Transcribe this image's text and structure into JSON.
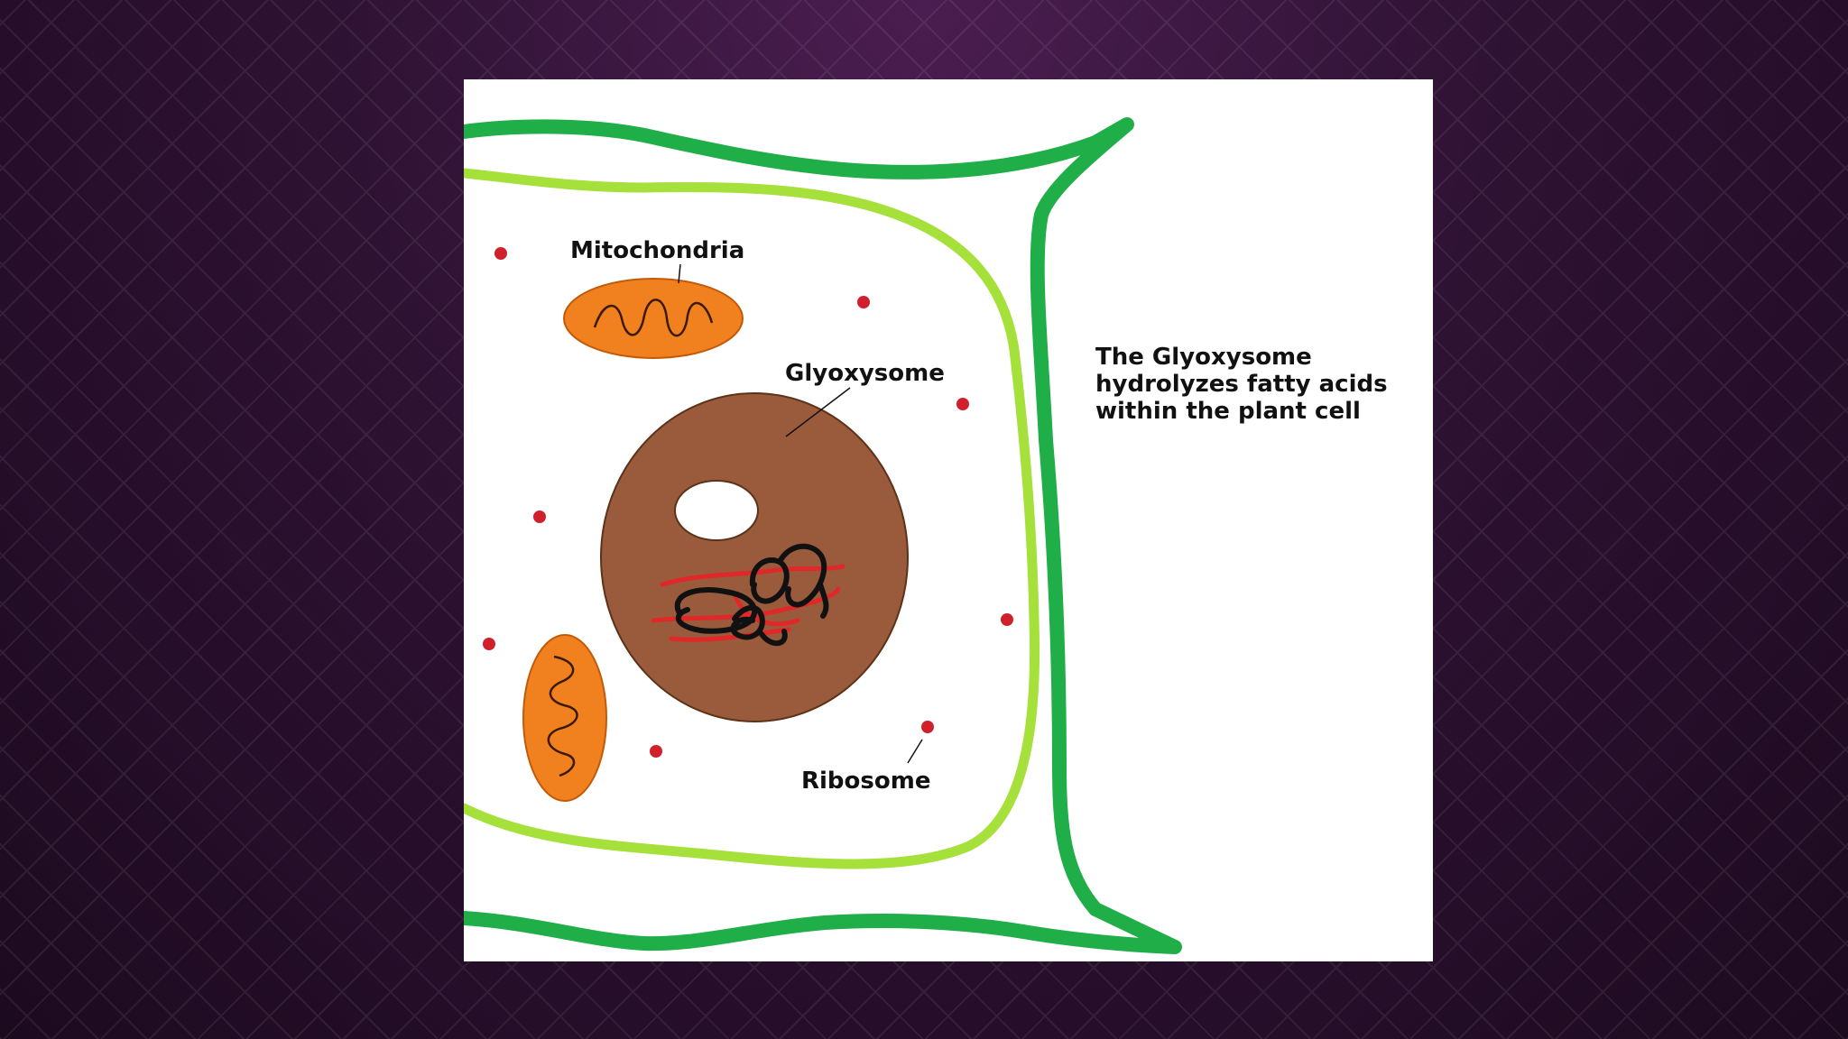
{
  "labels": {
    "mitochondria": "Mitochondria",
    "glyoxysome": "Glyoxysome",
    "ribosome": "Ribosome"
  },
  "caption": {
    "line1": "The Glyoxysome",
    "line2": "hydrolyzes fatty acids",
    "line3": "within the plant cell"
  },
  "colors": {
    "background": "#2e1233",
    "cell_wall": "#1fae48",
    "cell_membrane": "#a6e03a",
    "glyoxysome": "#9a5a3c",
    "mitochondria": "#f0811e",
    "ribosome": "#d0202c",
    "nucleolus_black": "#111111",
    "nucleolus_red": "#e02828"
  }
}
